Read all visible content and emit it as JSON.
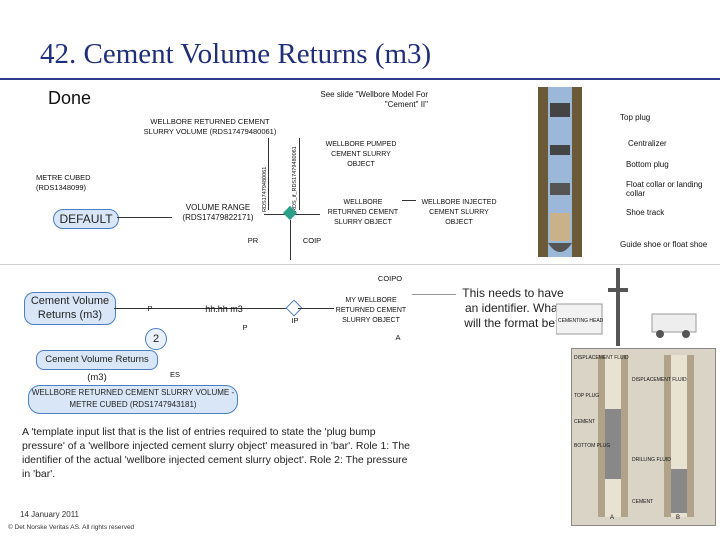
{
  "slide": {
    "title": "42. Cement Volume Returns (m3)",
    "status": "Done",
    "see_slide": "See slide \"Wellbore Model For \"Cement\" II\"",
    "footer_date": "14 January 2011",
    "footer_copyright": "© Det Norske Veritas AS. All rights reserved"
  },
  "diagram": {
    "returned_slurry_volume": "WELLBORE RETURNED CEMENT SLURRY VOLUME (RDS17479480061)",
    "metre_cubed": "METRE CUBED (RDS1348099)",
    "default": "DEFAULT",
    "volume_range": "VOLUME RANGE (RDS17479822171)",
    "vertical_label_1": "RDS17479480061",
    "vertical_label_2": "RDS_if_RDS17479480061",
    "pumped_object": "WELLBORE PUMPED CEMENT SLURRY OBJECT",
    "returned_object": "WELLBORE RETURNED CEMENT SLURRY OBJECT",
    "injected_object": "WELLBORE INJECTED CEMENT SLURRY OBJECT",
    "pr": "PR",
    "coip_top": "COIP",
    "coipo": "COIPO",
    "cement_volume_returns_m3": "Cement Volume Returns (m3)",
    "p_left": "P",
    "hh_hh_m3": "hh.hh m3",
    "p_mid": "P",
    "ip": "IP",
    "my_returned": "MY WELLBORE RETURNED CEMENT SLURRY OBJECT",
    "a": "A",
    "two": "2",
    "cement_volume_returns_box": "Cement Volume Returns (m3)",
    "es": "ES",
    "returned_metre_cubed": "WELLBORE RETURNED CEMENT SLURRY VOLUME - METRE CUBED (RDS1747943181)",
    "template_note": "A 'template input list that is the list of entries required to state the 'plug bump pressure' of a 'wellbore injected cement slurry object' measured in 'bar'. Role 1: The identifier of the actual 'wellbore injected cement slurry object'. Role 2: The pressure in 'bar'.",
    "identifier_note": "This needs to have an identifier. What will the format be?"
  },
  "wellbore_labels": {
    "top_plug": "Top plug",
    "centralizer": "Centralizer",
    "bottom_plug": "Bottom plug",
    "float_collar": "Float collar or landing collar",
    "shoe_track": "Shoe track",
    "guide_shoe": "Guide shoe or float shoe"
  },
  "photo_panel": {
    "labels": [
      "DISPLACEMENT FLUID",
      "DISPLACEMENT FLUID",
      "TOP PLUG",
      "CEMENT",
      "BOTTOM PLUG",
      "DRILLING FLUID",
      "CEMENT",
      "A",
      "B"
    ],
    "rig_label": "CEMENTING HEAD"
  },
  "colors": {
    "title": "#1f2f7a",
    "accent_blue": "#4a7ec5",
    "diamond": "#2aa08a",
    "highlight": "#d8e6f7"
  }
}
